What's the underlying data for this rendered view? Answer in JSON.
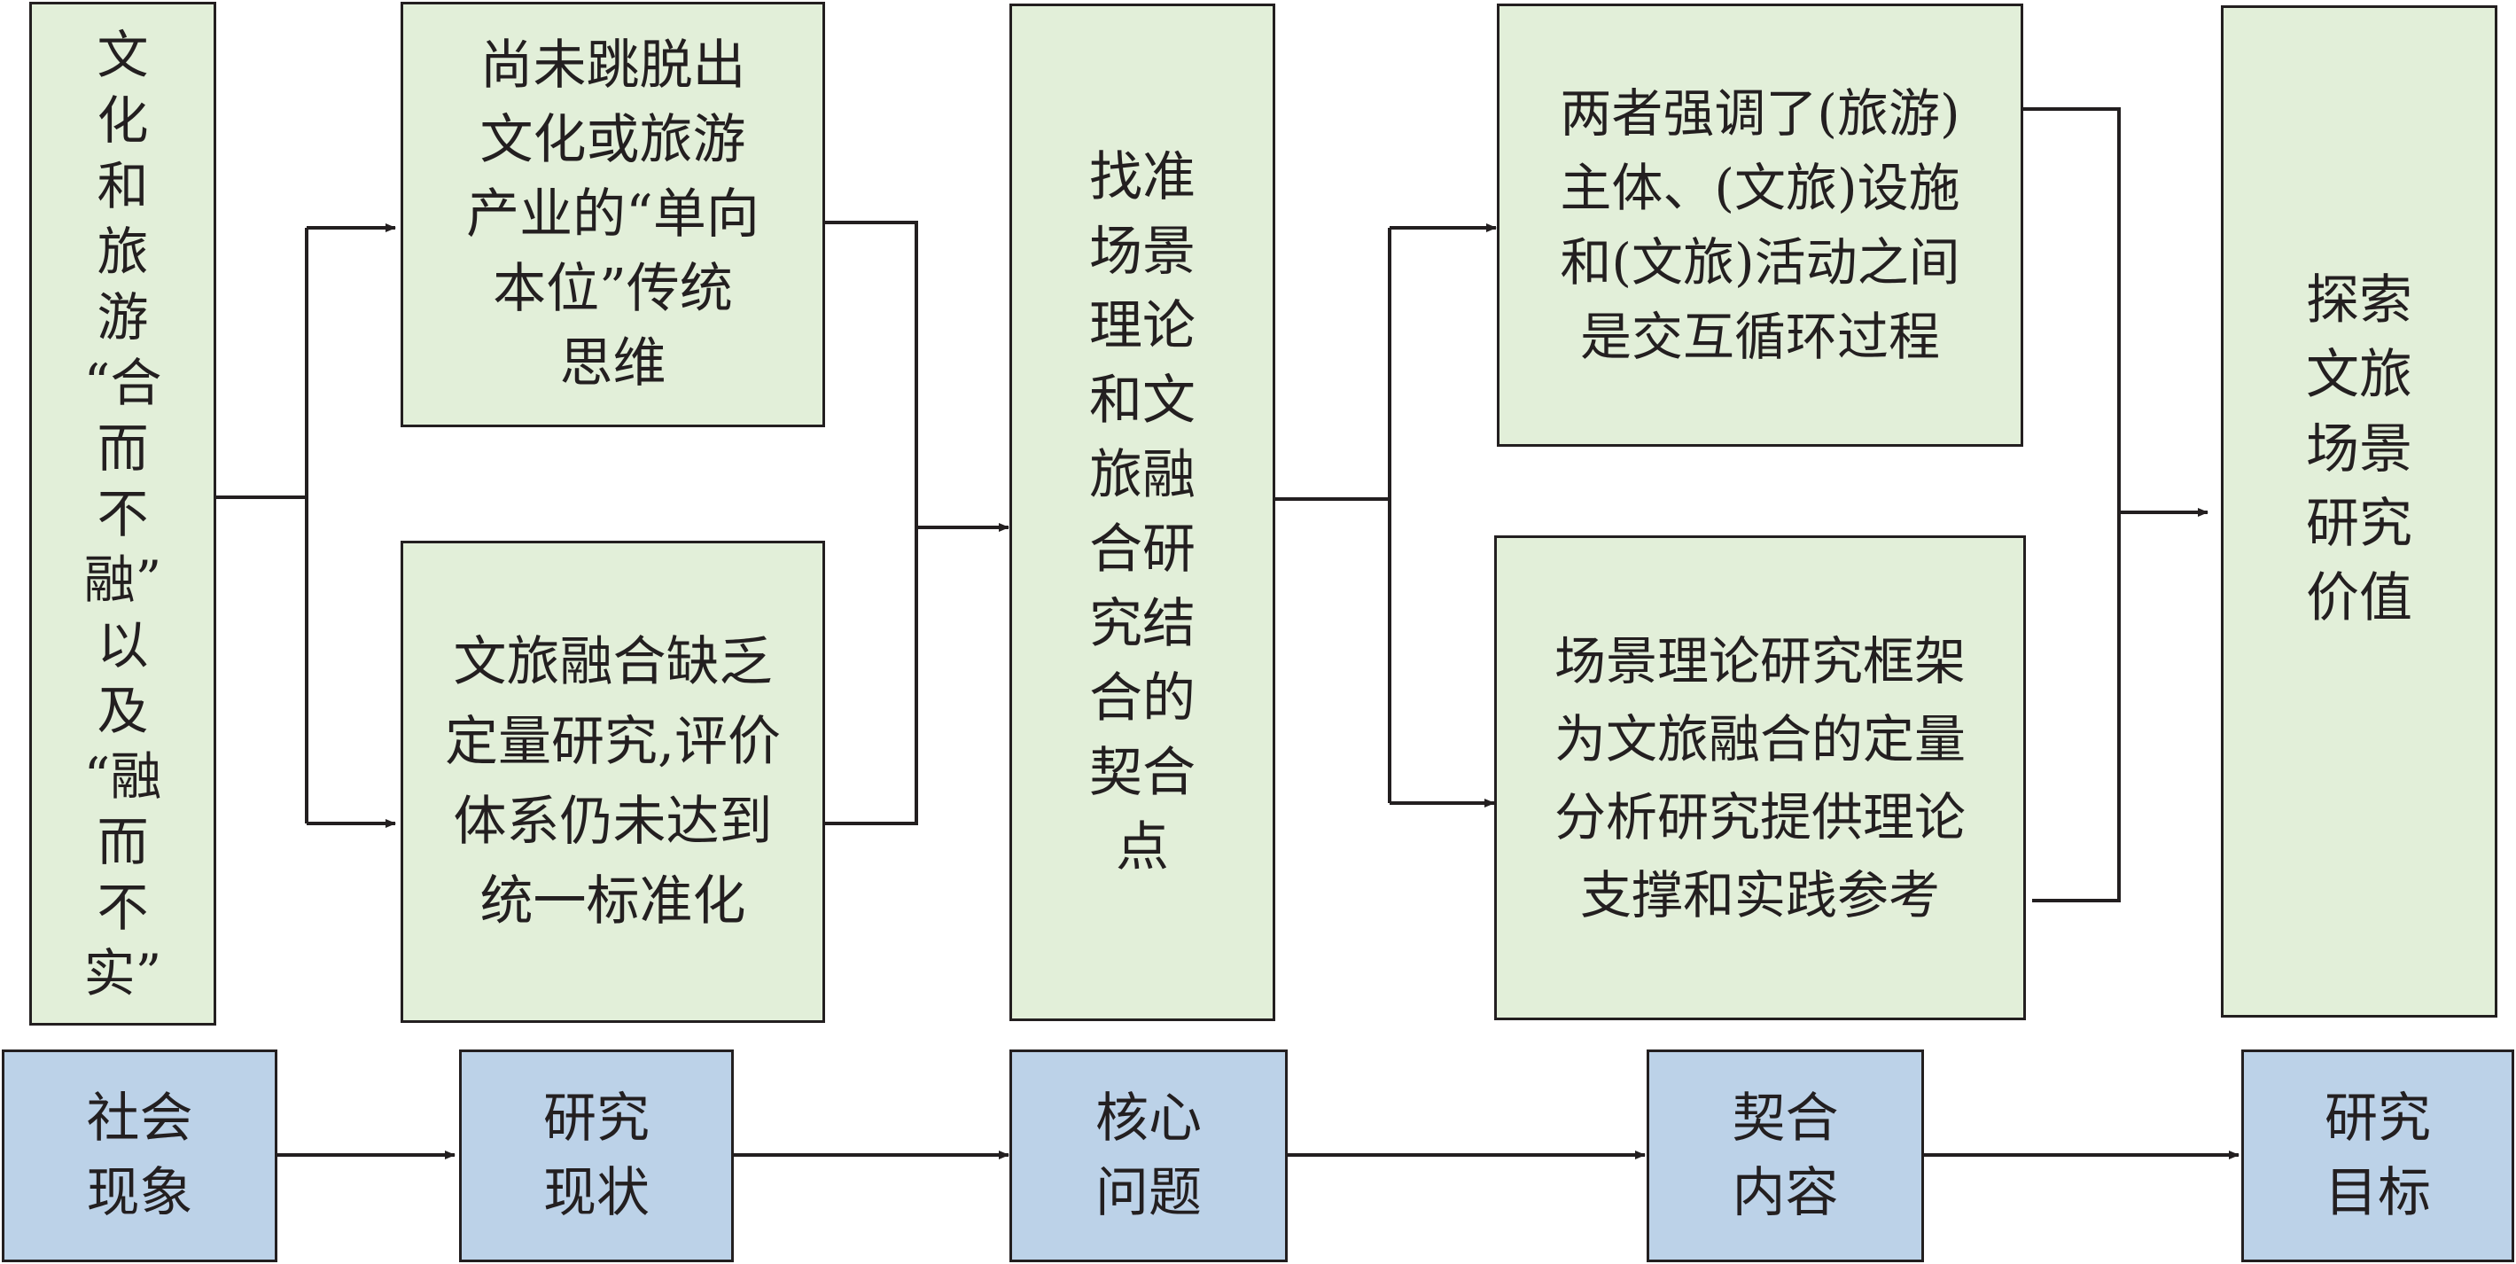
{
  "top_row": {
    "phenomenon": "文\n化\n和\n旅\n游\n“合\n而\n不\n融”\n以\n及\n“融\n而\n不\n实”",
    "status_1": "尚未跳脱出\n文化或旅游\n产业的“单向\n本位”传统\n思维",
    "status_2": "文旅融合缺乏\n定量研究,评价\n体系仍未达到\n统一标准化",
    "core": "找准\n场景\n理论\n和文\n旅融\n合研\n究结\n合的\n契合\n点",
    "content_1": "两者强调了(旅游)\n主体、(文旅)设施\n和(文旅)活动之间\n是交互循环过程",
    "content_2": "场景理论研究框架\n为文旅融合的定量\n分析研究提供理论\n支撑和实践参考",
    "goal": "探索\n文旅\n场景\n研究\n价值"
  },
  "bottom_row": {
    "stage_1": "社会\n现象",
    "stage_2": "研究\n现状",
    "stage_3": "核心\n问题",
    "stage_4": "契合\n内容",
    "stage_5": "研究\n目标"
  }
}
